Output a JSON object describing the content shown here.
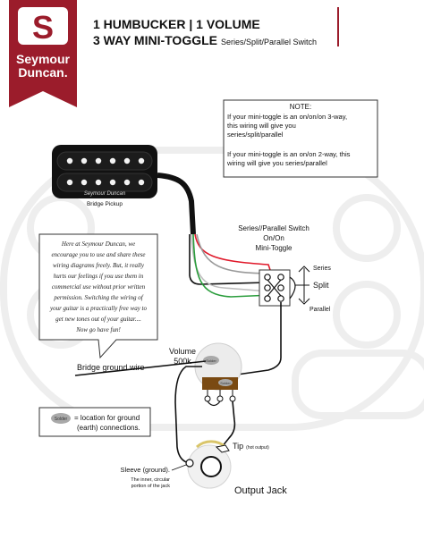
{
  "brand": {
    "name_line1": "Seymour",
    "name_line2": "Duncan.",
    "logo_letter": "S",
    "banner_color": "#9b1c2b"
  },
  "header": {
    "title_line1": "1 HUMBUCKER | 1 VOLUME",
    "title_line2": "3 WAY MINI-TOGGLE",
    "title_sub": "Series/Split/Parallel Switch"
  },
  "note": {
    "title": "NOTE:",
    "p1_l1": "If your mini-toggle is an on/on/on 3-way,",
    "p1_l2": "this wiring will give you",
    "p1_l3": "series/split/parallel",
    "p2_l1": "If your mini-toggle is an on/on 2-way, this",
    "p2_l2": "wiring will give you series/parallel"
  },
  "pickup": {
    "brand": "Seymour Duncan",
    "label": "Bridge Pickup"
  },
  "switch": {
    "title_l1": "Series//Parallel Switch",
    "title_l2": "On/On",
    "title_l3": "Mini-Toggle",
    "pos_series": "Series",
    "pos_split": "Split",
    "pos_parallel": "Parallel"
  },
  "speech": {
    "l1": "Here at Seymour Duncan, we",
    "l2": "encourage you to use and share these",
    "l3": "wiring diagrams freely. But, it really",
    "l4": "hurts our feelings if you use them in",
    "l5": "commercial use without prior written",
    "l6": "permission. Switching the wiring of",
    "l7": "your guitar is a practically free way to",
    "l8": "get new tones out of your guitar....",
    "l9": "Now go have fun!"
  },
  "volume": {
    "label_l1": "Volume",
    "label_l2": "500k",
    "solder": "Solder"
  },
  "ground": {
    "wire_label": "Bridge ground wire"
  },
  "legend": {
    "solder": "Solder",
    "text_l1": "= location for ground",
    "text_l2": "(earth) connections."
  },
  "jack": {
    "tip": "Tip",
    "tip_sub": "(hot output)",
    "sleeve": "Sleeve (ground).",
    "sleeve_l2": "The inner, circular",
    "sleeve_l3": "portion of the jack",
    "label": "Output Jack"
  },
  "colors": {
    "wire_red": "#e0192a",
    "wire_green": "#2a9d3c",
    "wire_white": "#bdbdbd",
    "wire_bare": "#9a9a9a",
    "wire_black": "#111111",
    "solder": "#a9a9a9",
    "pot_brown": "#7a4a12"
  }
}
